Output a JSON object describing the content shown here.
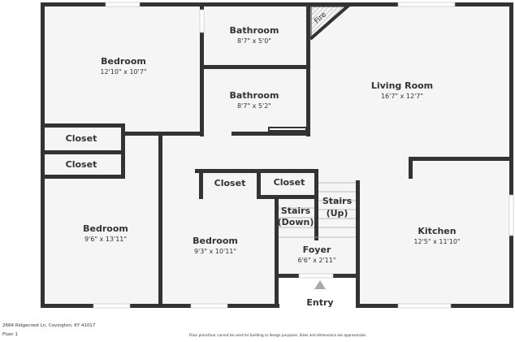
{
  "rooms": {
    "bedroom1": {
      "name": "Bedroom",
      "dim": "12'10\" x 10'7\""
    },
    "bathroom1": {
      "name": "Bathroom",
      "dim": "8'7\" x 5'0\""
    },
    "bathroom2": {
      "name": "Bathroom",
      "dim": "8'7\" x 5'2\""
    },
    "living": {
      "name": "Living Room",
      "dim": "16'7\" x 12'7\""
    },
    "fire": {
      "name": "Fire"
    },
    "closet1": {
      "name": "Closet"
    },
    "closet2": {
      "name": "Closet"
    },
    "closet3": {
      "name": "Closet"
    },
    "closet4": {
      "name": "Closet"
    },
    "bedroom2": {
      "name": "Bedroom",
      "dim": "9'6\" x 13'11\""
    },
    "bedroom3": {
      "name": "Bedroom",
      "dim": "9'3\" x 10'11\""
    },
    "stairs_down": {
      "line1": "Stairs",
      "line2": "(Down)"
    },
    "stairs_up": {
      "line1": "Stairs",
      "line2": "(Up)"
    },
    "foyer": {
      "name": "Foyer",
      "dim": "6'6\" x 2'11\""
    },
    "kitchen": {
      "name": "Kitchen",
      "dim": "12'5\" x 11'10\""
    },
    "entry": {
      "name": "Entry"
    }
  },
  "footer": {
    "address": "2664 Ridgecrest Ln, Covington, KY 41017",
    "floor": "Floor 1",
    "disclaimer": "Floor plans/tour cannot be used for building or design purposes. Sizes and dimensions are approximate."
  },
  "colors": {
    "wall": "#333333",
    "floor": "#f5f5f5"
  }
}
